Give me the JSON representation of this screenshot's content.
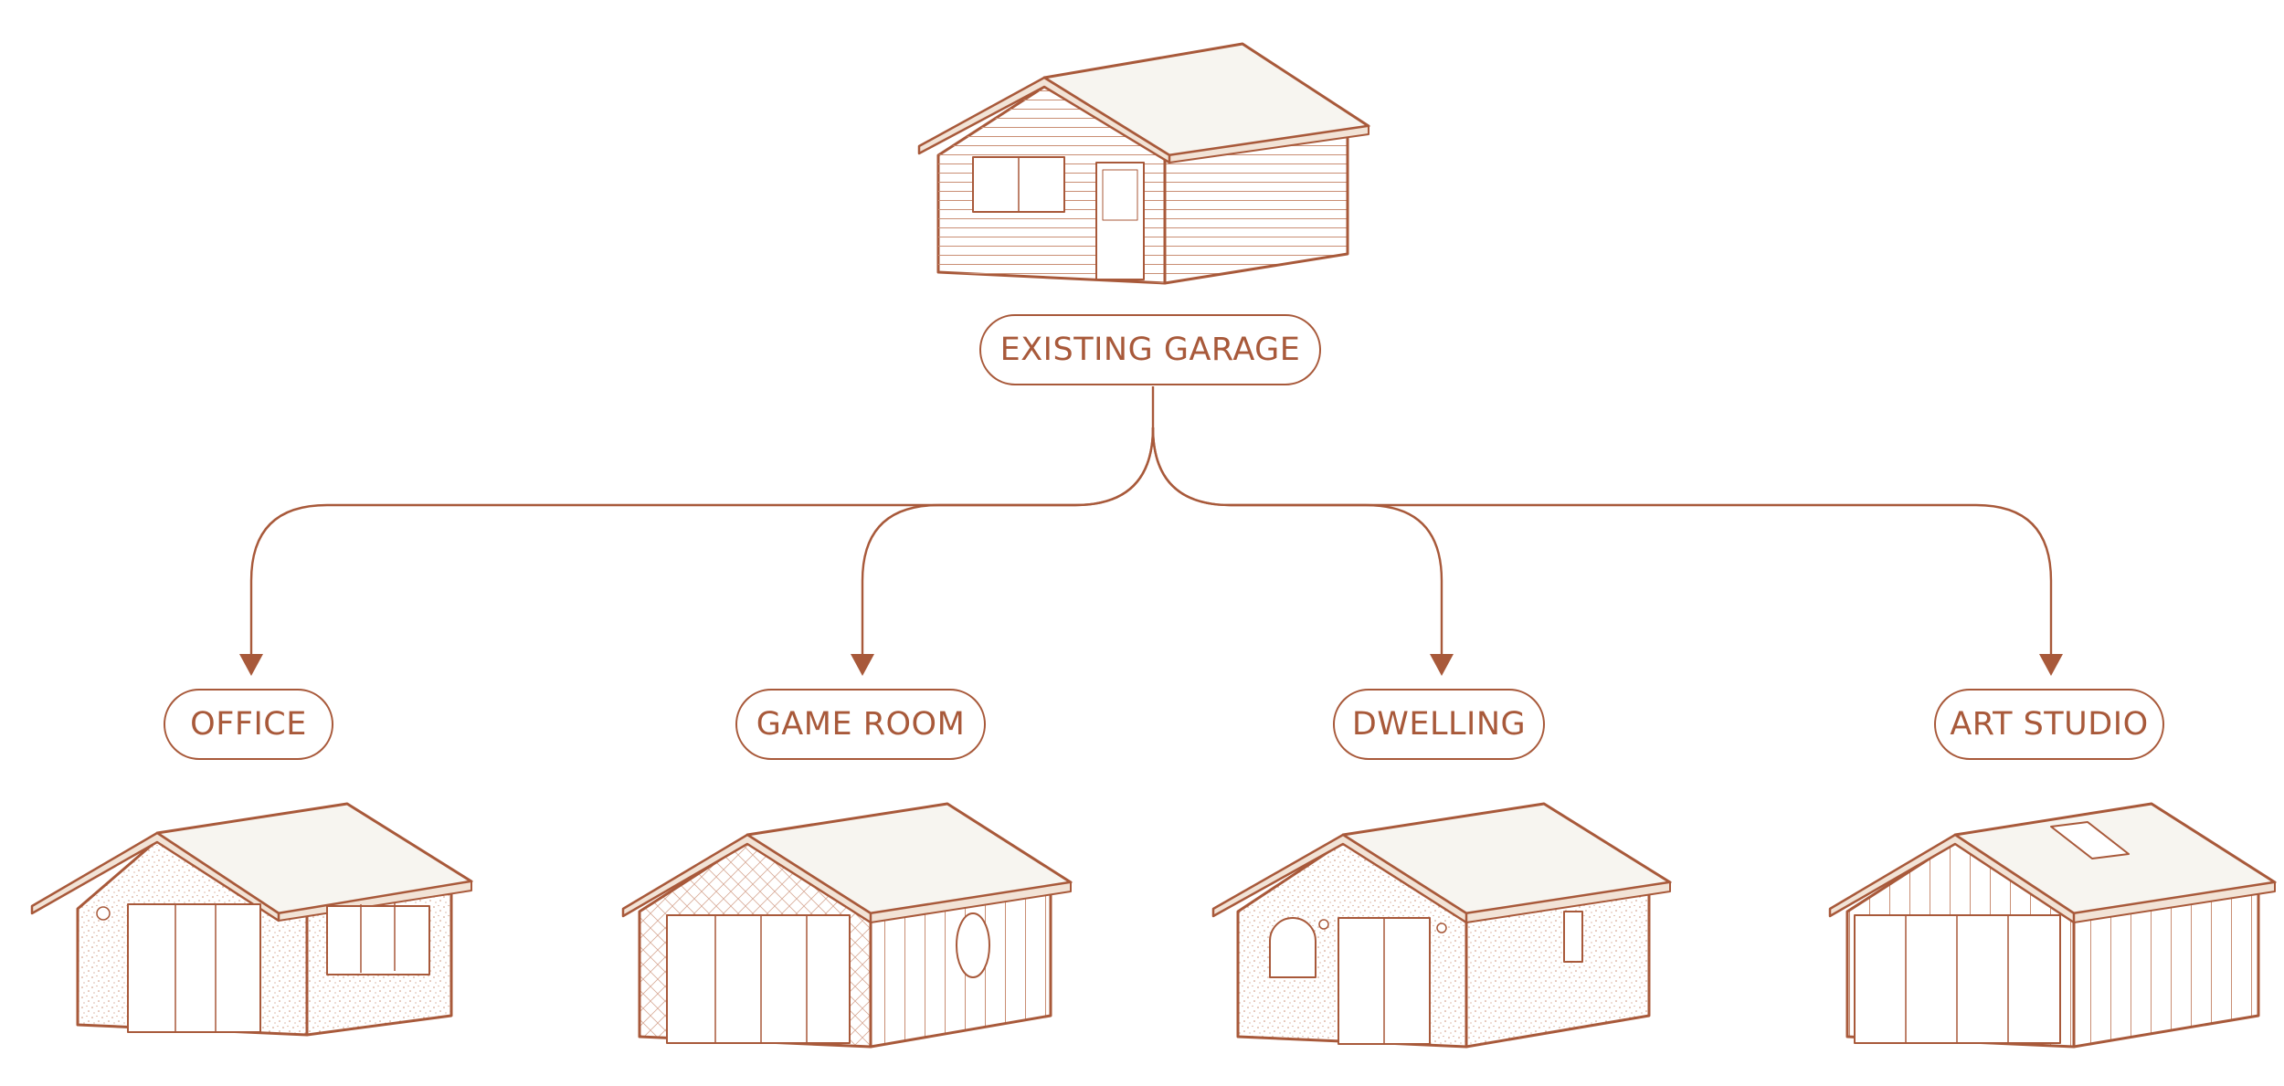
{
  "colors": {
    "stroke": "#a8593a",
    "roof_fill": "#f7f5f0",
    "wall_fill": "#ffffff",
    "fascia_fill": "#f2e3d6",
    "text": "#a8593a"
  },
  "root": {
    "label": "EXISTING GARAGE"
  },
  "options": [
    {
      "label": "OFFICE"
    },
    {
      "label": "GAME ROOM"
    },
    {
      "label": "DWELLING"
    },
    {
      "label": "ART STUDIO"
    }
  ]
}
